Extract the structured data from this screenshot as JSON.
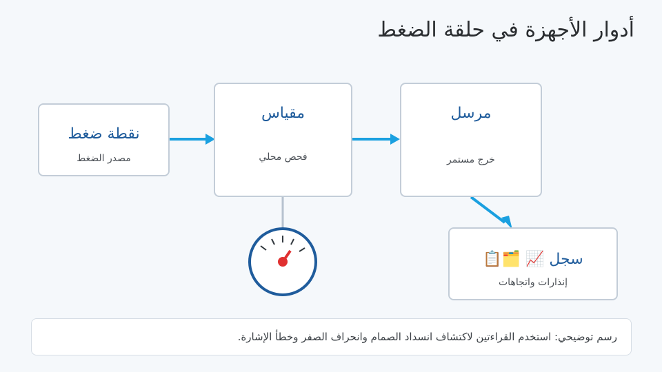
{
  "title": "أدوار الأجهزة في حلقة الضغط",
  "nodes": {
    "source": {
      "title": "نقطة ضغط",
      "subtitle": "مصدر الضغط"
    },
    "gauge": {
      "title": "مقياس",
      "subtitle": "فحص محلي"
    },
    "transmitter": {
      "title": "مرسل",
      "subtitle": "خرج مستمر"
    },
    "log": {
      "title": "سجل 📈 🗂️📋",
      "subtitle": "إنذارات واتجاهات"
    }
  },
  "note": "رسم توضيحي: استخدم القراءتين لاكتشاف انسداد الصمام وانحراف الصفر وخطأ الإشارة.",
  "colors": {
    "arrow": "#1aa0e0",
    "box_border": "#c3cdd8",
    "box_title": "#1f5c9c",
    "gauge_ring": "#1f5c9c",
    "gauge_needle": "#e03030",
    "stem": "#b6c2cf"
  },
  "icons": [
    "gauge-dial-icon"
  ]
}
